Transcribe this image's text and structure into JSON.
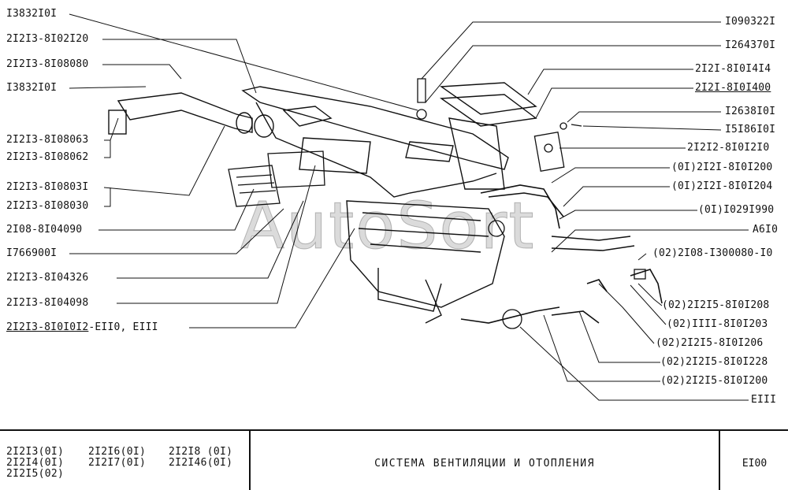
{
  "left_labels": [
    "I3832I0I",
    "2I2I3-8I02I20",
    "2I2I3-8I08080",
    "I3832I0I",
    "2I2I3-8I08063",
    "2I2I3-8I08062",
    "2I2I3-8I0803I",
    "2I2I3-8I08030",
    "2I08-8I04090",
    "I766900I",
    "2I2I3-8I04326",
    "2I2I3-8I04098",
    "2I2I3-8I0I0I2",
    "-EII0, EIII"
  ],
  "right_labels": [
    "I090322I",
    "I264370I",
    "2I2I-8I0I4I4",
    "2I2I-8I0I400",
    "I2638I0I",
    "I5I86I0I",
    "2I2I2-8I0I2I0",
    "(0I)2I2I-8I0I200",
    "(0I)2I2I-8I0I204",
    "(0I)I029I990",
    "A6I0",
    "(02)2I08-I300080-I0",
    "(02)2I2I5-8I0I208",
    "(02)IIII-8I0I203",
    "(02)2I2I5-8I0I206",
    "(02)2I2I5-8I0I228",
    "(02)2I2I5-8I0I200",
    "EIII"
  ],
  "watermark": "AutoSort",
  "title_block": {
    "models": {
      "col1": [
        "2I2I3(0I)",
        "2I2I4(0I)",
        "2I2I5(02)"
      ],
      "col2": [
        "2I2I6(0I)",
        "2I2I7(0I)"
      ],
      "col3": [
        "2I2I8 (0I)",
        "2I2I46(0I)"
      ]
    },
    "system_title": "СИСТЕМА  ВЕНТИЛЯЦИИ  И  ОТОПЛЕНИЯ",
    "sheet_code": "EI00"
  },
  "colors": {
    "ink": "#111111",
    "paper": "#ffffff",
    "watermark": "#c8c8c8"
  }
}
